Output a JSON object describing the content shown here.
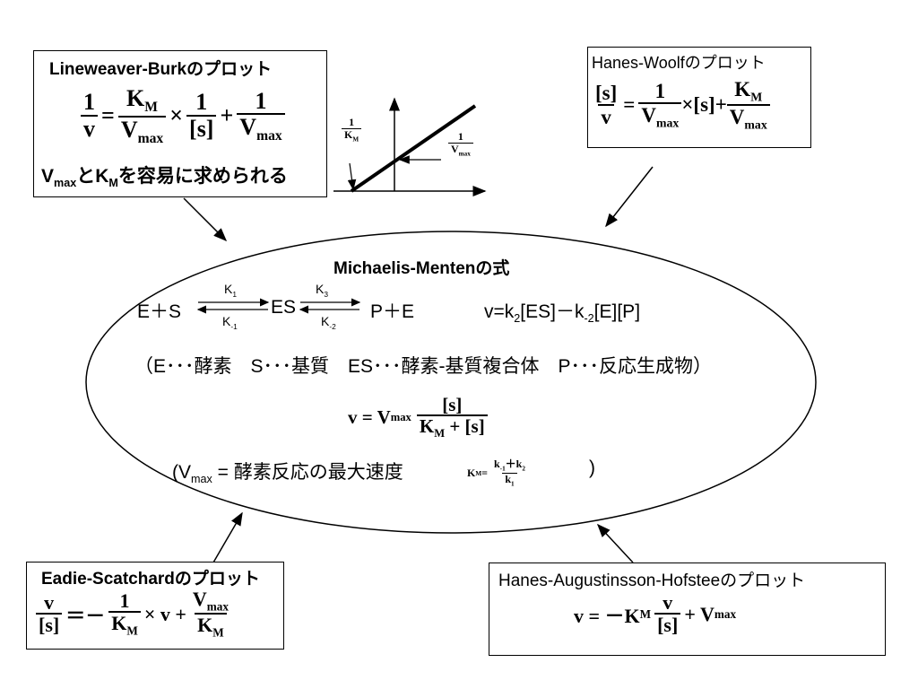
{
  "lb": {
    "title": "Lineweaver-Burkのプロット",
    "lhs_num": "1",
    "lhs_den": "v",
    "km_num": "K",
    "km_sub": "M",
    "vmax_den": "V",
    "vmax_sub": "max",
    "one": "1",
    "s_den": "[s]",
    "note_v": "V",
    "note_v_sub": "max",
    "note_mid": "とK",
    "note_k_sub": "M",
    "note_end": "を容易に求められる",
    "graph_ylabel_num": "1",
    "graph_ylabel_den": "K",
    "graph_ylabel_den_sub": "M",
    "graph_label_num": "1",
    "graph_label_den": "V",
    "graph_label_den_sub": "max"
  },
  "hw": {
    "title": "Hanes-Woolfのプロット",
    "s": "[s]",
    "v": "v",
    "one": "1",
    "V": "V",
    "max": "max",
    "times_s": "×[s]+",
    "K": "K",
    "M": "M"
  },
  "mm": {
    "title": "Michaelis-Mentenの式",
    "react_e_s": "E＋S",
    "k1": "K",
    "k1_sub": "1",
    "k_1": "K",
    "k_1_sub": "-1",
    "es": "ES",
    "k3": "K",
    "k3_sub": "3",
    "k_2": "K",
    "k_2_sub": "-2",
    "p_e": "P＋E",
    "rate_v": "v=k",
    "rate_sub2": "2",
    "rate_mid": "[ES]－k",
    "rate_sub_2": "-2",
    "rate_end": "[E][P]",
    "legend": "（E･･･酵素　S･･･基質　ES･･･酵素-基質複合体　P･･･反応生成物）",
    "main_lhs": "v = V",
    "main_sub": "max",
    "main_num": "[s]",
    "main_den_k": "K",
    "main_den_sub": "M",
    "main_den_end": " + [s]",
    "vmax_open": "(V",
    "vmax_sub": "max",
    "vmax_text": "= 酵素反応の最大速度",
    "km_lhs": "K",
    "km_lhs_sub": "M",
    "km_eq": " =",
    "km_num_a": "k",
    "km_num_a_sub": "-1",
    "km_num_plus": "＋k",
    "km_num_b_sub": "2",
    "km_den": "k",
    "km_den_sub": "1",
    "close": ")"
  },
  "es": {
    "title": "Eadie-Scatchardのプロット",
    "v": "v",
    "s": "[s]",
    "minus": "＝－",
    "one": "1",
    "K": "K",
    "M": "M",
    "times_v": "× v +",
    "V": "V",
    "max": "max"
  },
  "hah": {
    "title": "Hanes-Augustinsson-Hofsteeのプロット",
    "lhs": "v = －K",
    "M": "M",
    "v": "v",
    "s": "[s]",
    "plus": "+ V",
    "max": "max"
  }
}
